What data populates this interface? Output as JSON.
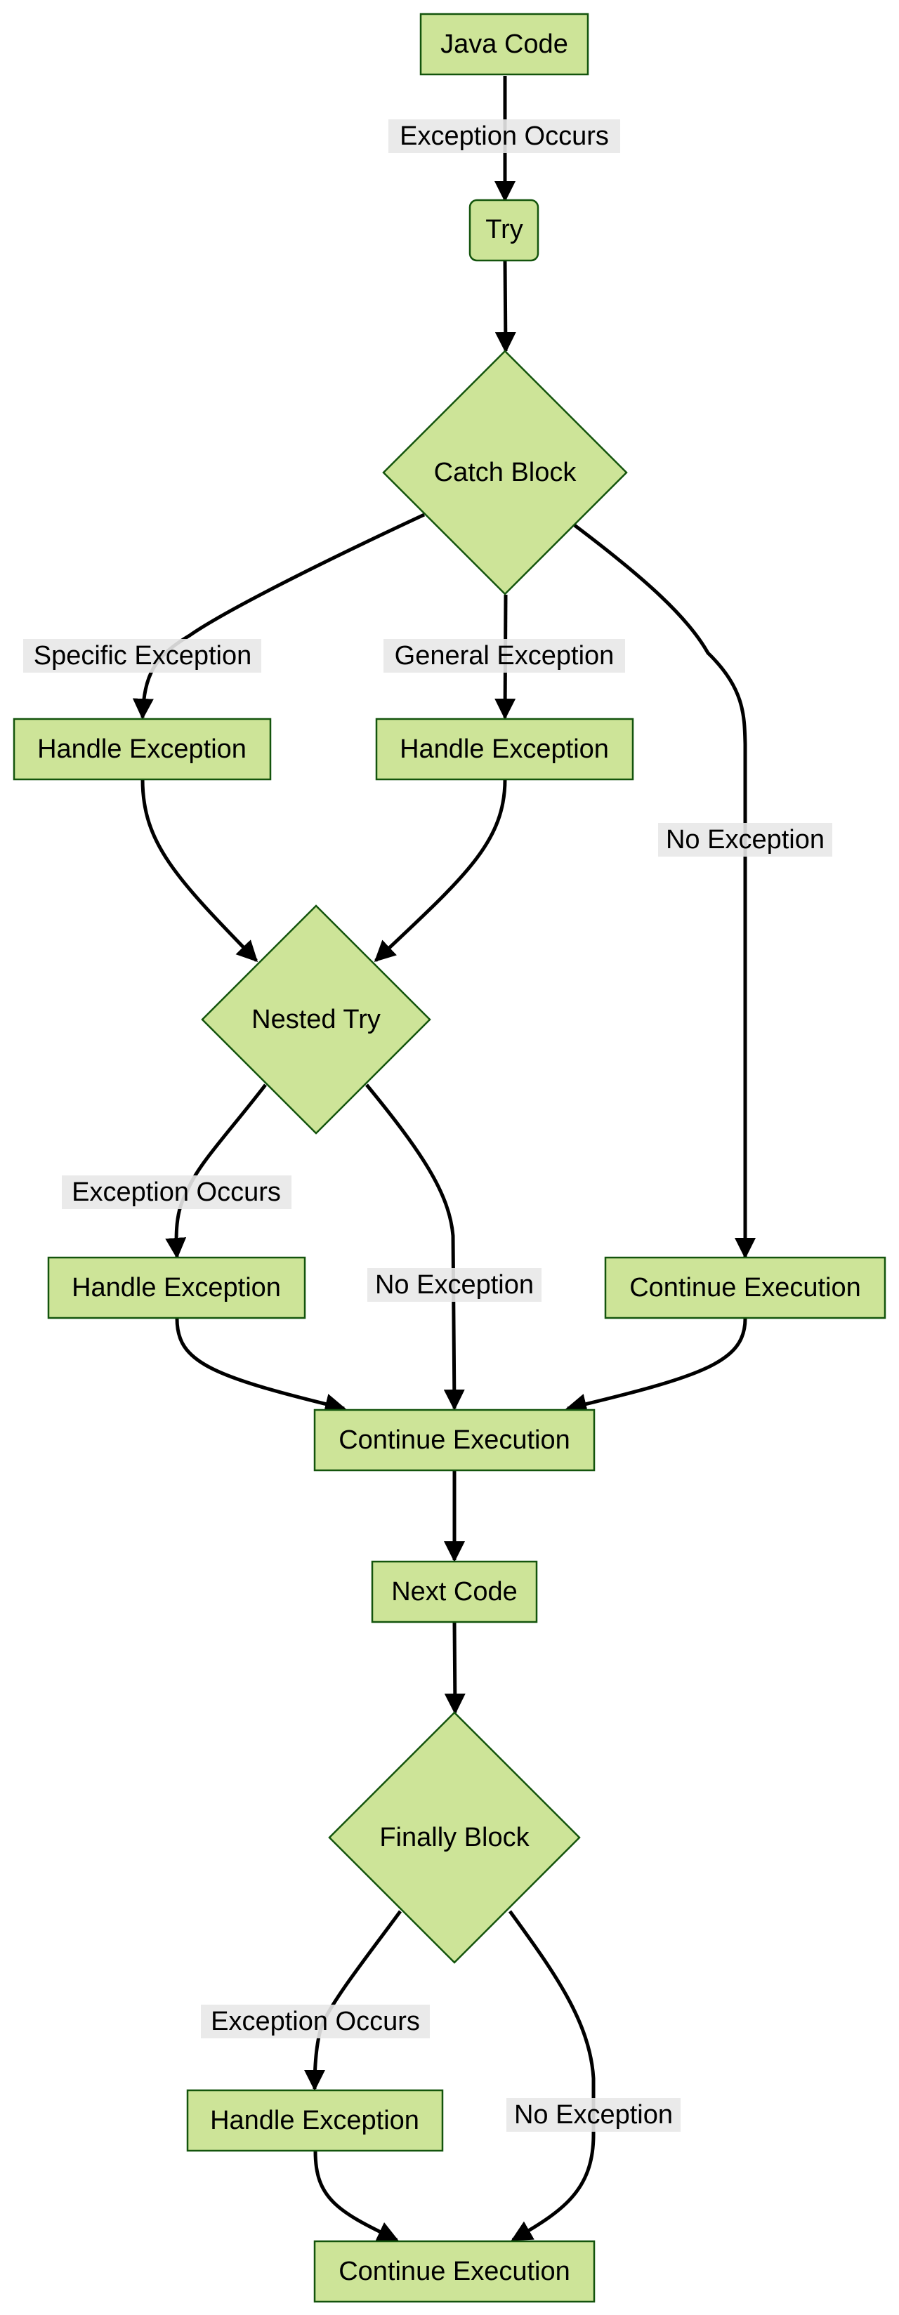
{
  "diagram": {
    "colors": {
      "node_fill": "#cde498",
      "node_stroke": "#13540c",
      "edge": "#000000",
      "label_bg": "#e8e8e8"
    },
    "nodes": {
      "java_code": "Java Code",
      "try": "Try",
      "catch_block": "Catch Block",
      "handle_specific": "Handle Exception",
      "handle_general": "Handle Exception",
      "nested_try": "Nested Try",
      "handle_nested": "Handle Exception",
      "continue_no_exception": "Continue Execution",
      "continue_main": "Continue Execution",
      "next_code": "Next Code",
      "finally_block": "Finally Block",
      "handle_finally": "Handle Exception",
      "continue_final": "Continue Execution"
    },
    "edge_labels": {
      "exception_occurs_top": "Exception Occurs",
      "specific_exception": "Specific Exception",
      "general_exception": "General Exception",
      "no_exception_catch": "No Exception",
      "exception_occurs_nested": "Exception Occurs",
      "no_exception_nested": "No Exception",
      "exception_occurs_finally": "Exception Occurs",
      "no_exception_finally": "No Exception"
    }
  }
}
